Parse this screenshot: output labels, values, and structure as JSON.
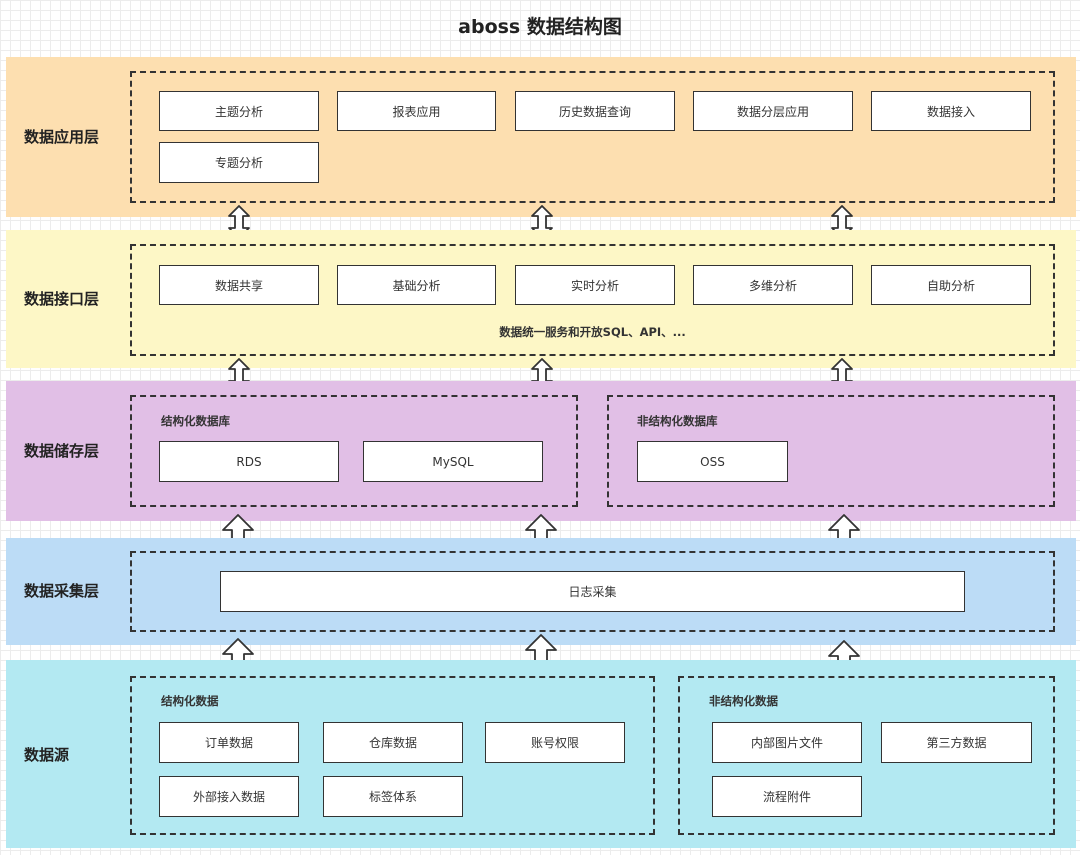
{
  "title": "aboss 数据结构图",
  "colors": {
    "application": "#fddfb0",
    "interface": "#fdf7c6",
    "storage": "#e1bfe6",
    "collection": "#bcdcf6",
    "source": "#b3e9f2",
    "box_border": "#333333"
  },
  "layers": {
    "application": {
      "label": "数据应用层",
      "items": [
        "主题分析",
        "报表应用",
        "历史数据查询",
        "数据分层应用",
        "数据接入",
        "专题分析"
      ]
    },
    "interface": {
      "label": "数据接口层",
      "items": [
        "数据共享",
        "基础分析",
        "实时分析",
        "多维分析",
        "自助分析"
      ],
      "note": "数据统一服务和开放SQL、API、..."
    },
    "storage": {
      "label": "数据储存层",
      "groups": [
        {
          "label": "结构化数据库",
          "items": [
            "RDS",
            "MySQL"
          ]
        },
        {
          "label": "非结构化数据库",
          "items": [
            "OSS"
          ]
        }
      ]
    },
    "collection": {
      "label": "数据采集层",
      "items": [
        "日志采集"
      ]
    },
    "source": {
      "label": "数据源",
      "groups": [
        {
          "label": "结构化数据",
          "items": [
            "订单数据",
            "仓库数据",
            "账号权限",
            "外部接入数据",
            "标签体系"
          ]
        },
        {
          "label": "非结构化数据",
          "items": [
            "内部图片文件",
            "第三方数据",
            "流程附件"
          ]
        }
      ]
    }
  },
  "arrows": {
    "app_interface": "double-vertical-arrow-icon",
    "interface_storage": "double-vertical-arrow-icon",
    "collection_storage": "up-arrow-icon",
    "source_collection": "up-arrow-icon"
  }
}
